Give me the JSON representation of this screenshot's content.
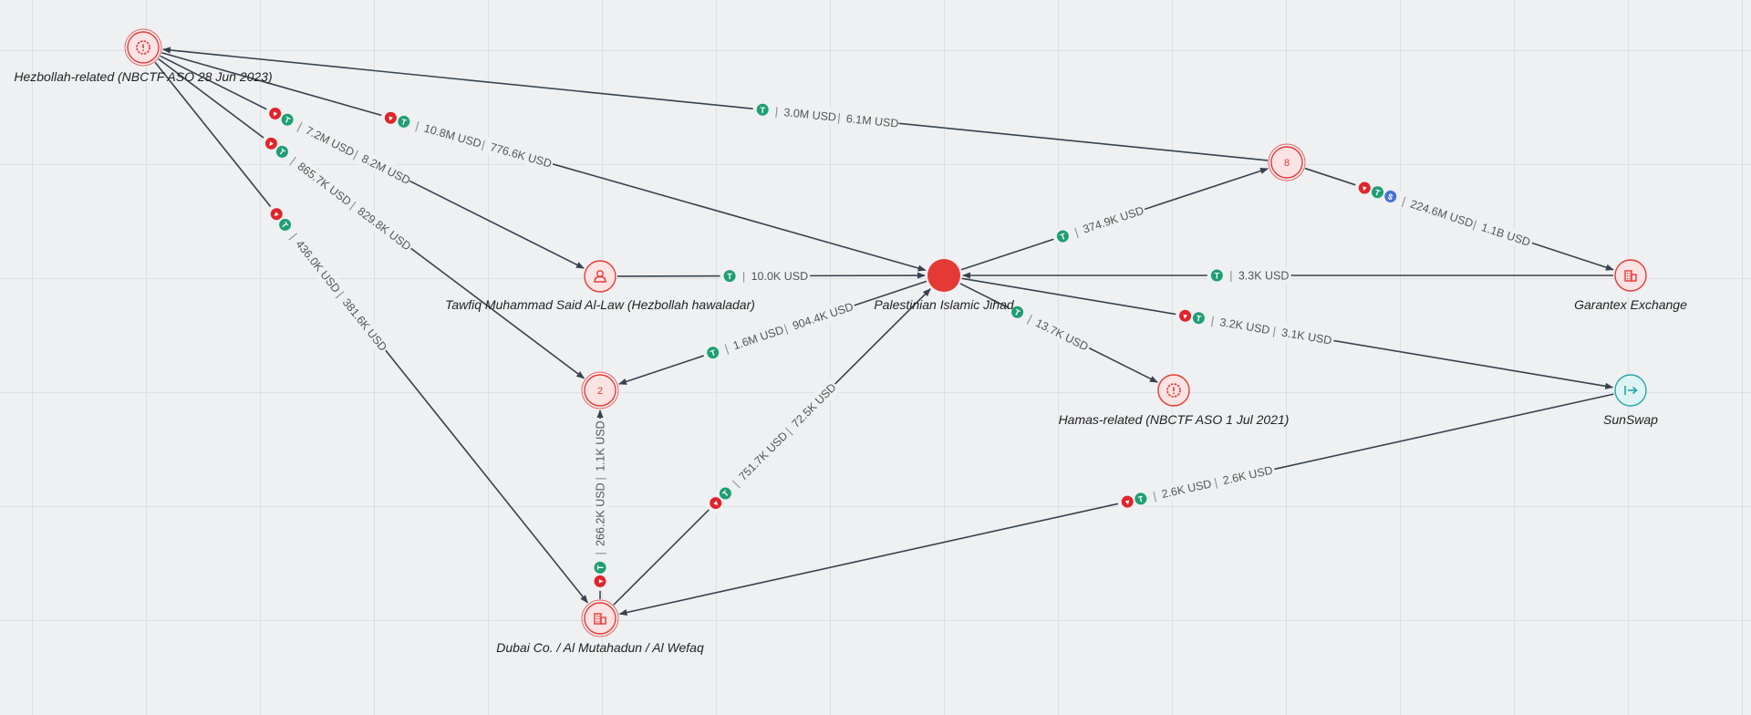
{
  "colors": {
    "node_red": "#e53935",
    "node_red_light": "#fbe3e3",
    "node_teal": "#26a7a7",
    "node_teal_light": "#def3f3",
    "edge": "#37424d",
    "token_tether": "#1f9e74",
    "token_tron": "#e0242c",
    "token_usdc": "#4a6fd6"
  },
  "nodes": [
    {
      "id": "hezbollah",
      "label": "Hezbollah-related (NBCTF ASO 28 Jun 2023)",
      "icon": "alert-icon",
      "style": "red-double-ring"
    },
    {
      "id": "tawfiq",
      "label": "Tawfiq Muhammad Said Al-Law (Hezbollah hawaladar)",
      "icon": "person-icon",
      "style": "red-ring"
    },
    {
      "id": "pij",
      "label": "Palestinian Islamic Jihad",
      "icon": "",
      "style": "red-filled"
    },
    {
      "id": "cluster8",
      "label": "",
      "count": "8",
      "icon": "",
      "style": "red-double-ring"
    },
    {
      "id": "garantex",
      "label": "Garantex Exchange",
      "icon": "building-icon",
      "style": "red-ring"
    },
    {
      "id": "cluster2",
      "label": "",
      "count": "2",
      "icon": "",
      "style": "red-double-ring"
    },
    {
      "id": "hamas",
      "label": "Hamas-related (NBCTF ASO 1 Jul 2021)",
      "icon": "alert-icon",
      "style": "red-ring"
    },
    {
      "id": "sunswap",
      "label": "SunSwap",
      "icon": "swap-icon",
      "style": "teal-ring"
    },
    {
      "id": "dubai",
      "label": "Dubai Co. / Al Mutahadun / Al Wefaq",
      "icon": "building-icon",
      "style": "red-double-ring"
    }
  ],
  "edges": [
    {
      "id": "e1",
      "from": "cluster8",
      "to": "hezbollah",
      "tokens": [
        "tether"
      ],
      "values": [
        "3.0M USD",
        "6.1M USD"
      ]
    },
    {
      "id": "e2",
      "from": "hezbollah",
      "to": "pij",
      "tokens": [
        "tron",
        "tether"
      ],
      "values": [
        "10.8M USD",
        "776.6K USD"
      ]
    },
    {
      "id": "e3",
      "from": "hezbollah",
      "to": "tawfiq",
      "tokens": [
        "tron",
        "tether"
      ],
      "values": [
        "7.2M USD",
        "8.2M USD"
      ]
    },
    {
      "id": "e4",
      "from": "hezbollah",
      "to": "cluster2",
      "tokens": [
        "tron",
        "tether"
      ],
      "values": [
        "865.7K USD",
        "829.8K USD"
      ]
    },
    {
      "id": "e5",
      "from": "hezbollah",
      "to": "dubai",
      "tokens": [
        "tron",
        "tether"
      ],
      "values": [
        "436.0K USD",
        "381.6K USD"
      ]
    },
    {
      "id": "e6",
      "from": "tawfiq",
      "to": "pij",
      "tokens": [
        "tether"
      ],
      "values": [
        "10.0K USD"
      ]
    },
    {
      "id": "e7",
      "from": "pij",
      "to": "cluster8",
      "tokens": [
        "tether"
      ],
      "values": [
        "374.9K USD"
      ]
    },
    {
      "id": "e8",
      "from": "cluster8",
      "to": "garantex",
      "tokens": [
        "tron",
        "tether",
        "usdc"
      ],
      "values": [
        "224.6M USD",
        "1.1B USD"
      ]
    },
    {
      "id": "e9",
      "from": "garantex",
      "to": "pij",
      "tokens": [
        "tether"
      ],
      "values": [
        "3.3K USD"
      ]
    },
    {
      "id": "e10",
      "from": "pij",
      "to": "sunswap",
      "tokens": [
        "tron",
        "tether"
      ],
      "values": [
        "3.2K USD",
        "3.1K USD"
      ]
    },
    {
      "id": "e11",
      "from": "pij",
      "to": "hamas",
      "tokens": [
        "tether"
      ],
      "values": [
        "13.7K USD"
      ]
    },
    {
      "id": "e12",
      "from": "pij",
      "to": "cluster2",
      "tokens": [
        "tether"
      ],
      "values": [
        "1.6M USD",
        "904.4K USD"
      ]
    },
    {
      "id": "e13",
      "from": "dubai",
      "to": "pij",
      "tokens": [
        "tron",
        "tether"
      ],
      "values": [
        "751.7K USD",
        "72.5K USD"
      ]
    },
    {
      "id": "e14",
      "from": "dubai",
      "to": "cluster2",
      "tokens": [
        "tron",
        "tether"
      ],
      "values": [
        "266.2K USD",
        "1.1K USD"
      ]
    },
    {
      "id": "e15",
      "from": "sunswap",
      "to": "dubai",
      "tokens": [
        "tron",
        "tether"
      ],
      "values": [
        "2.6K USD",
        "2.6K USD"
      ]
    }
  ]
}
